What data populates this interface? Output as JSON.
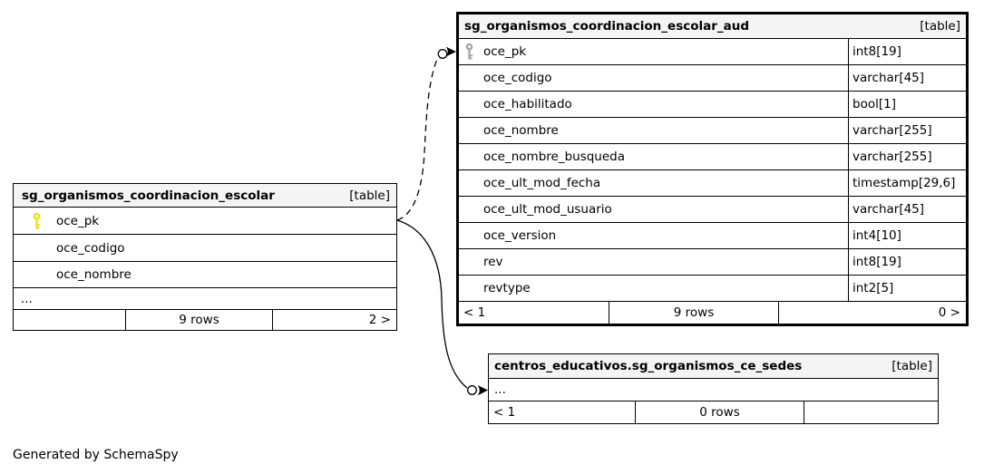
{
  "generated_by": "Generated by SchemaSpy",
  "colors": {
    "background": "#ffffff",
    "header_bg": "#f4f4f4",
    "border": "#000000",
    "primary_key_icon": "#e8e414",
    "muted_key_icon": "#a6a6a6"
  },
  "tables": {
    "main": {
      "title": "sg_organismos_coordinacion_escolar",
      "tag": "[table]",
      "rows": [
        {
          "name": "oce_pk",
          "icon": "primary-key"
        },
        {
          "name": "oce_codigo"
        },
        {
          "name": "oce_nombre"
        },
        {
          "name": "..."
        }
      ],
      "footer": {
        "left": "",
        "center": "9 rows",
        "right": "2 >"
      }
    },
    "aud": {
      "title": "sg_organismos_coordinacion_escolar_aud",
      "tag": "[table]",
      "rows": [
        {
          "name": "oce_pk",
          "type": "int8[19]",
          "icon": "primary-key"
        },
        {
          "name": "oce_codigo",
          "type": "varchar[45]"
        },
        {
          "name": "oce_habilitado",
          "type": "bool[1]"
        },
        {
          "name": "oce_nombre",
          "type": "varchar[255]"
        },
        {
          "name": "oce_nombre_busqueda",
          "type": "varchar[255]"
        },
        {
          "name": "oce_ult_mod_fecha",
          "type": "timestamp[29,6]"
        },
        {
          "name": "oce_ult_mod_usuario",
          "type": "varchar[45]"
        },
        {
          "name": "oce_version",
          "type": "int4[10]"
        },
        {
          "name": "rev",
          "type": "int8[19]"
        },
        {
          "name": "revtype",
          "type": "int2[5]"
        }
      ],
      "footer": {
        "left": "< 1",
        "center": "9 rows",
        "right": "0 >"
      }
    },
    "sedes": {
      "title": "centros_educativos.sg_organismos_ce_sedes",
      "tag": "[table]",
      "rows": [
        {
          "name": "..."
        }
      ],
      "footer": {
        "left": "< 1",
        "center": "0 rows",
        "right": ""
      }
    }
  }
}
